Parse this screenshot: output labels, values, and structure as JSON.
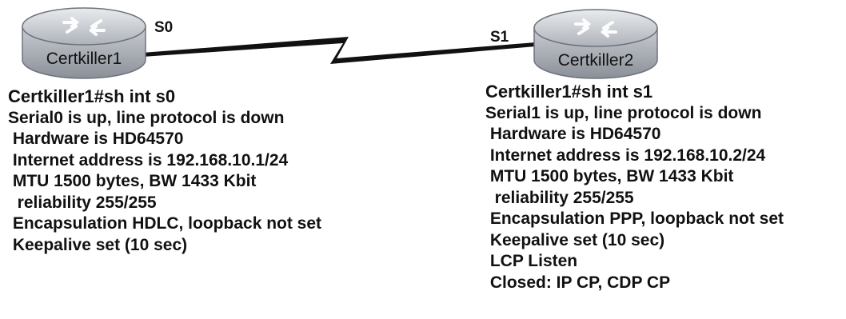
{
  "colors": {
    "router_body": "#c9ccd2",
    "router_dark": "#6e737b",
    "link": "#111111",
    "text": "#111111"
  },
  "routers": {
    "left": {
      "label": "Certkiller1",
      "interface": "S0",
      "icon": "router-icon"
    },
    "right": {
      "label": "Certkiller2",
      "interface": "S1",
      "icon": "router-icon"
    }
  },
  "link": {
    "type": "serial-link",
    "icon": "lightning-bolt"
  },
  "left_output": {
    "lines": [
      "Certkiller1#sh int s0",
      "Serial0 is up, line protocol is down",
      " Hardware is HD64570",
      " Internet address is 192.168.10.1/24",
      " MTU 1500 bytes, BW 1433 Kbit",
      "  reliability 255/255",
      " Encapsulation HDLC, loopback not set",
      " Keepalive set (10 sec)"
    ]
  },
  "right_output": {
    "lines": [
      "Certkiller1#sh int s1",
      "Serial1 is up, line protocol is down",
      " Hardware is HD64570",
      " Internet address is 192.168.10.2/24",
      " MTU 1500 bytes, BW 1433 Kbit",
      "  reliability 255/255",
      " Encapsulation PPP, loopback not set",
      " Keepalive set (10 sec)",
      " LCP Listen",
      " Closed: IP CP, CDP CP"
    ]
  }
}
